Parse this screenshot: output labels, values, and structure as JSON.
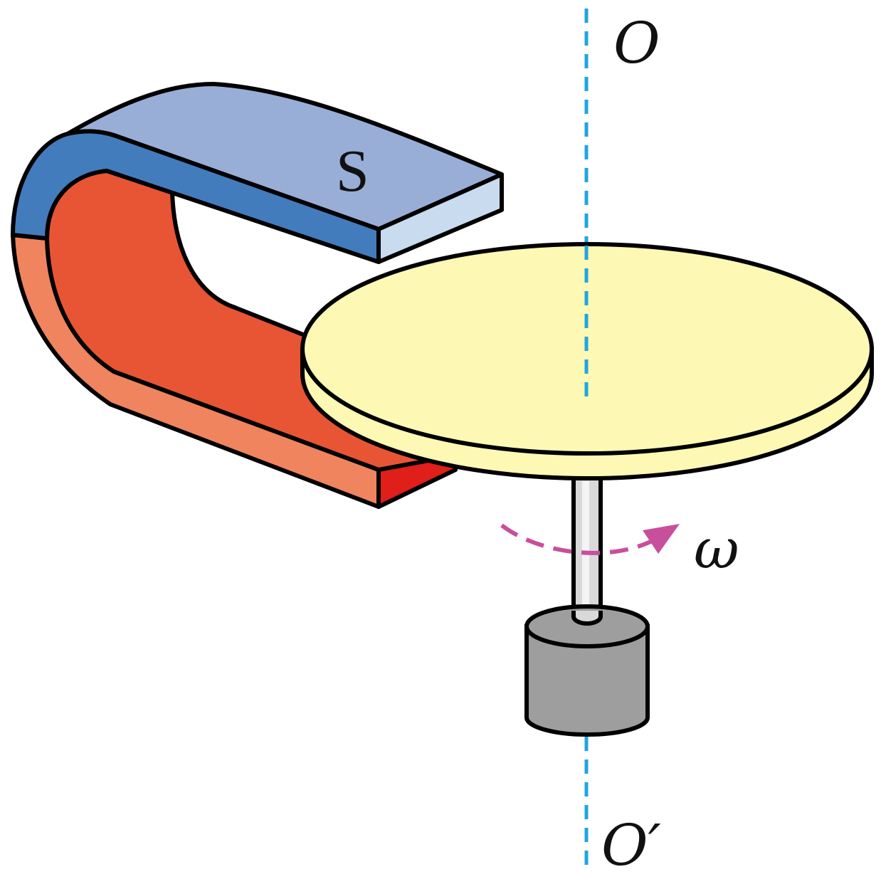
{
  "labels": {
    "axis_top": "O",
    "axis_bottom": "O′",
    "pole": "S",
    "omega": "ω"
  },
  "colors": {
    "magnet_blue_top": "#98aed6",
    "magnet_blue_side": "#427cbd",
    "magnet_blue_end": "#c9dbef",
    "magnet_red_face": "#e85535",
    "magnet_red_side": "#ef845e",
    "magnet_red_end": "#e01e1a",
    "disk_fill": "#fdf8b4",
    "axis_line": "#1ea6e0",
    "omega_arrow": "#c84f9c",
    "shaft_fill": "#d9d9d9",
    "motor_fill": "#9e9e9e",
    "stroke": "#000000"
  }
}
